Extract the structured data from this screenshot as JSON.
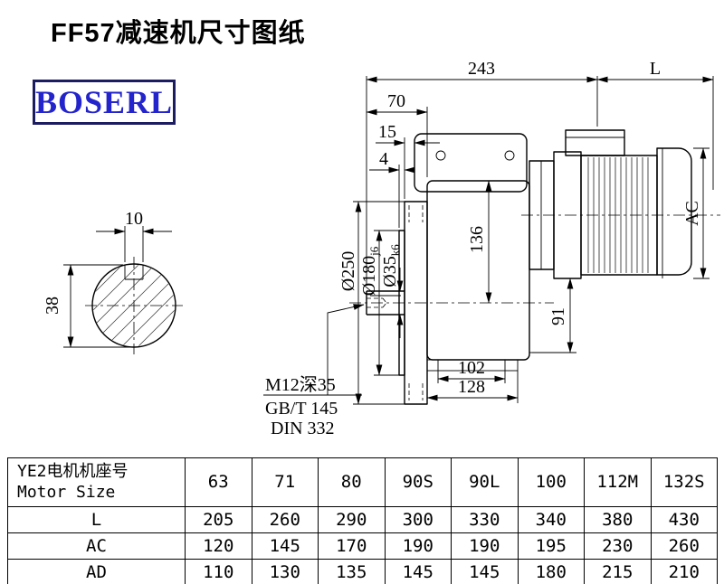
{
  "page": {
    "title": "FF57减速机尺寸图纸"
  },
  "logo": {
    "text": "BOSERL"
  },
  "end_view": {
    "dim_width": "10",
    "dim_height": "38"
  },
  "main_view": {
    "dim_243": "243",
    "dim_L": "L",
    "dim_70": "70",
    "dim_15": "15",
    "dim_4": "4",
    "dim_136": "136",
    "dim_AC": "AC",
    "dim_91": "91",
    "dim_102": "102",
    "dim_128": "128",
    "dia_250": "Ø250",
    "dia_180": "Ø180",
    "dia_180_tol": "j6",
    "dia_35": "Ø35",
    "dia_35_tol": "k6",
    "notes": {
      "line1": "M12深35",
      "line2": "GB/T 145",
      "line3": "DIN 332"
    }
  },
  "table": {
    "header": {
      "line1": "YE2电机机座号",
      "line2": "Motor Size"
    },
    "sizes": [
      "63",
      "71",
      "80",
      "90S",
      "90L",
      "100",
      "112M",
      "132S"
    ],
    "rows": [
      {
        "label": "L",
        "values": [
          "205",
          "260",
          "290",
          "300",
          "330",
          "340",
          "380",
          "430"
        ]
      },
      {
        "label": "AC",
        "values": [
          "120",
          "145",
          "170",
          "190",
          "190",
          "195",
          "230",
          "260"
        ]
      },
      {
        "label": "AD",
        "values": [
          "110",
          "130",
          "135",
          "145",
          "145",
          "180",
          "215",
          "210"
        ]
      }
    ]
  }
}
